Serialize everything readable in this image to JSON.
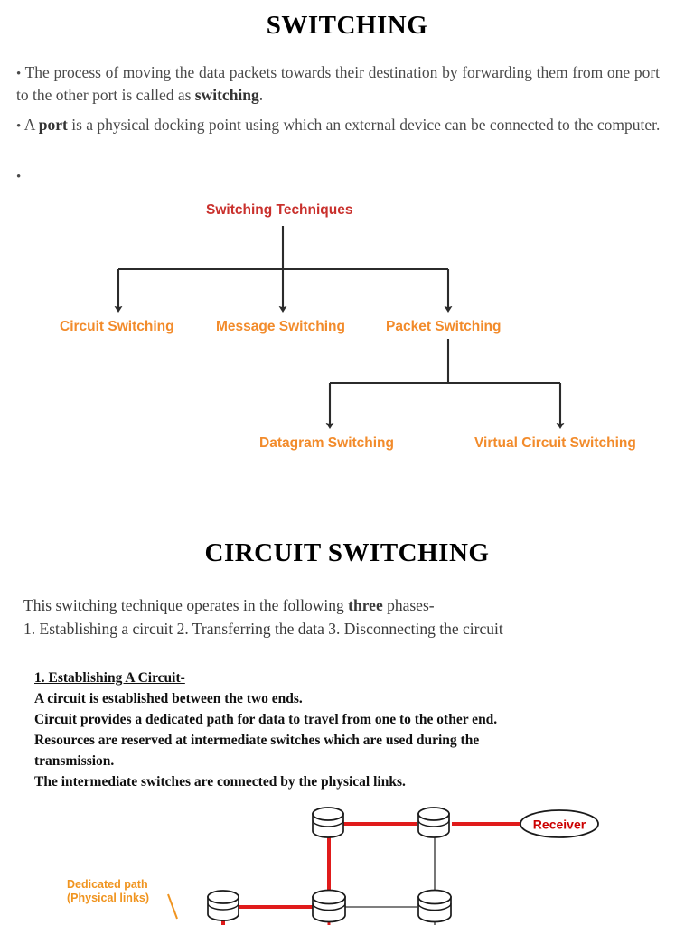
{
  "document": {
    "title_switching": "SWITCHING",
    "title_circuit": "CIRCUIT SWITCHING"
  },
  "intro": {
    "bullet_mark": "•",
    "bullet1_part1": "The process of moving the data packets towards their destination by forwarding them from one port to the other port is called as ",
    "bullet1_bold": "switching",
    "bullet1_part2": ".",
    "bullet2_part1": "A ",
    "bullet2_bold": "port",
    "bullet2_part2": " is a physical docking point using which an external device can be connected to the computer.",
    "bullet3_text": ""
  },
  "tree": {
    "root": "Switching Techniques",
    "root_color": "#c9302c",
    "leaf_color": "#f28b2b",
    "line_color": "#2b2b2b",
    "level1": [
      {
        "label": "Circuit Switching"
      },
      {
        "label": "Message Switching"
      },
      {
        "label": "Packet Switching"
      }
    ],
    "level2": [
      {
        "label": "Datagram Switching"
      },
      {
        "label": "Virtual Circuit Switching"
      }
    ]
  },
  "circuit_switching": {
    "intro_line1_part1": "This switching technique operates in the following ",
    "intro_line1_bold": "three",
    "intro_line1_part2": " phases-",
    "intro_line2": "1. Establishing a circuit  2. Transferring the data 3.  Disconnecting the circuit",
    "subheading": "1. Establishing A Circuit-",
    "lines": [
      "A circuit is established between the two ends.",
      "Circuit provides a dedicated path for data to travel from one to the other end.",
      "Resources are reserved at intermediate switches which are used during the",
      "transmission.",
      "The intermediate switches are connected by the physical links."
    ]
  },
  "network_diagram": {
    "receiver_label": "Receiver",
    "receiver_text_color": "#cc0000",
    "dedicated_path_line1": "Dedicated path",
    "dedicated_path_line2": "(Physical links)",
    "dedicated_path_color": "#f0941f",
    "dedicated_link_color": "#e01b1b",
    "normal_link_color": "#555555",
    "node_outline_color": "#1a1a1a"
  }
}
